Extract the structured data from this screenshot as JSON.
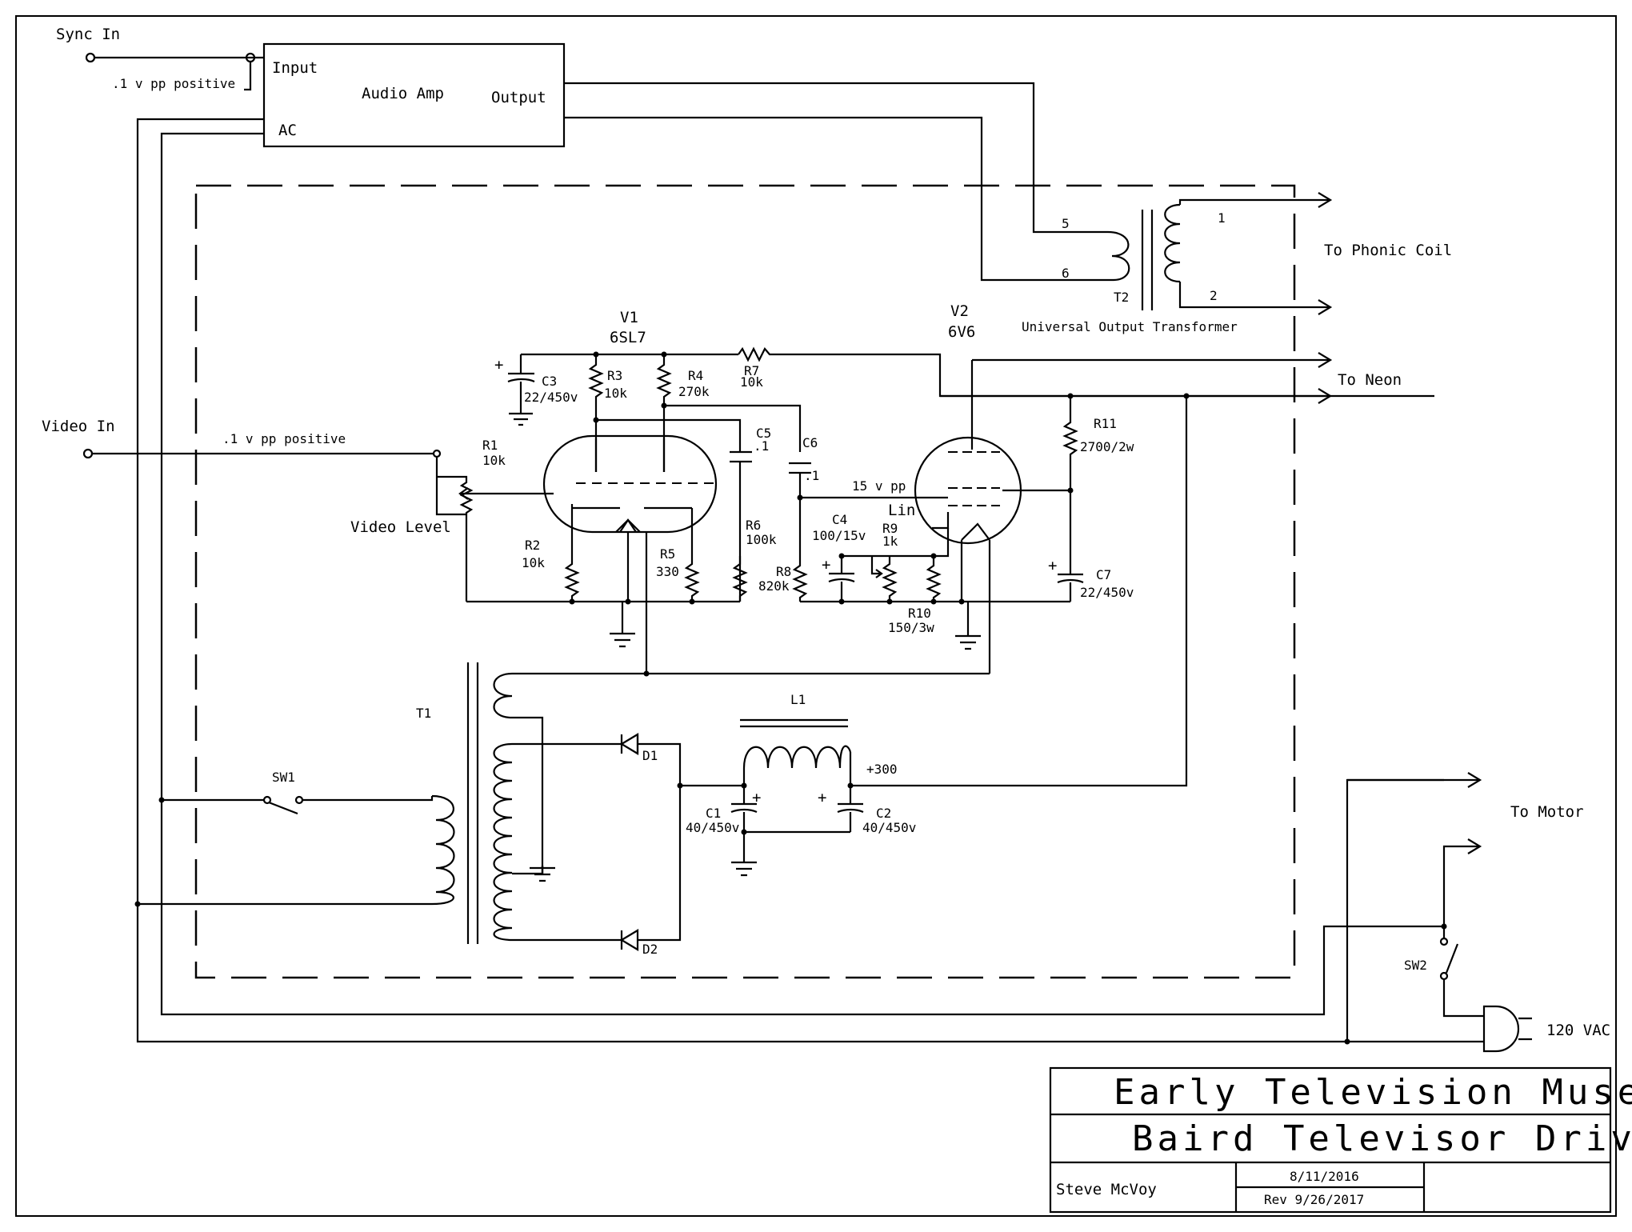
{
  "io": {
    "sync_in": "Sync In",
    "sync_note": ".1 v pp positive",
    "video_in": "Video In",
    "video_note": ".1 v pp positive",
    "to_phonic_coil": "To Phonic Coil",
    "to_neon": "To Neon",
    "to_motor": "To Motor",
    "mains": "120 VAC"
  },
  "amp": {
    "input": "Input",
    "title": "Audio Amp",
    "output": "Output",
    "ac": "AC"
  },
  "tubes": {
    "v1": {
      "ref": "V1",
      "type": "6SL7"
    },
    "v2": {
      "ref": "V2",
      "type": "6V6"
    }
  },
  "transformer_t2": {
    "ref": "T2",
    "name": "Universal Output Transformer",
    "pin5": "5",
    "pin6": "6",
    "pin1": "1",
    "pin2": "2"
  },
  "components": {
    "r1": {
      "ref": "R1",
      "value": "10k",
      "name": "Video Level"
    },
    "r2": {
      "ref": "R2",
      "value": "10k"
    },
    "r3": {
      "ref": "R3",
      "value": "10k"
    },
    "r4": {
      "ref": "R4",
      "value": "270k"
    },
    "r5": {
      "ref": "R5",
      "value": "330"
    },
    "r6": {
      "ref": "R6",
      "value": "100k"
    },
    "r7": {
      "ref": "R7",
      "value": "10k"
    },
    "r8": {
      "ref": "R8",
      "value": "820k"
    },
    "r9": {
      "ref": "R9",
      "value": "1k",
      "name": "Lin"
    },
    "r10": {
      "ref": "R10",
      "value": "150/3w"
    },
    "r11": {
      "ref": "R11",
      "value": "2700/2w"
    },
    "c1": {
      "ref": "C1",
      "value": "40/450v"
    },
    "c2": {
      "ref": "C2",
      "value": "40/450v"
    },
    "c3": {
      "ref": "C3",
      "value": "22/450v"
    },
    "c4": {
      "ref": "C4",
      "value": "100/15v"
    },
    "c5": {
      "ref": "C5",
      "value": ".1"
    },
    "c6": {
      "ref": "C6",
      "value": ".1"
    },
    "c7": {
      "ref": "C7",
      "value": "22/450v"
    },
    "t1": {
      "ref": "T1"
    },
    "l1": {
      "ref": "L1"
    },
    "d1": {
      "ref": "D1"
    },
    "d2": {
      "ref": "D2"
    },
    "sw1": {
      "ref": "SW1"
    },
    "sw2": {
      "ref": "SW2"
    }
  },
  "notes": {
    "grid_signal": "15 v pp",
    "b_plus": "+300"
  },
  "title_block": {
    "organization": "Early Television Museum",
    "title": "Baird Televisor Driver",
    "author": "Steve McVoy",
    "date": "8/11/2016",
    "revision": "Rev 9/26/2017"
  }
}
